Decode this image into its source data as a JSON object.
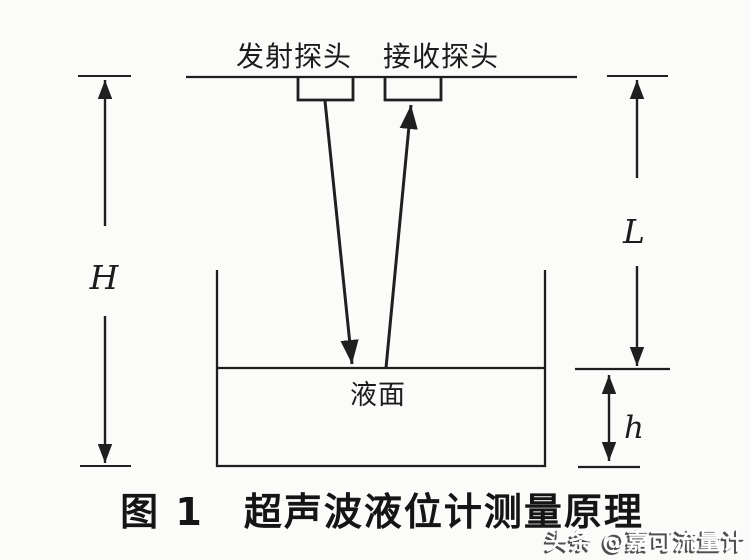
{
  "figure": {
    "caption": "图 1　超声波液位计测量原理",
    "labels": {
      "transmit_probe": "发射探头",
      "receive_probe": "接收探头",
      "liquid_surface": "液面"
    },
    "dimensions": {
      "overall_height": "H",
      "distance_to_surface": "L",
      "liquid_level": "h"
    }
  },
  "watermark": {
    "source": "头条 @嘉可流量计"
  },
  "colors": {
    "ink": "#1f1f1f",
    "background": "#fbfbfa",
    "watermark_fill": "#ffffff",
    "watermark_shadow": "#4f4f4f"
  }
}
